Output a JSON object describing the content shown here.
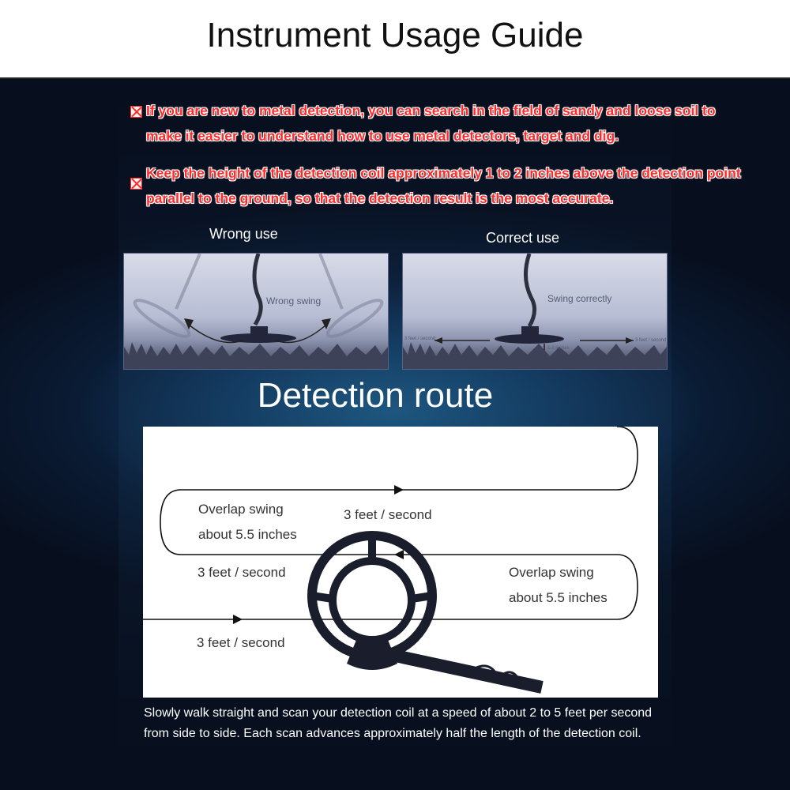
{
  "header": {
    "title": "Instrument Usage Guide"
  },
  "notes": [
    {
      "text": "If you are new to metal detection, you can search in the field of sandy and loose soil to make it easier to understand how to use metal detectors, target and dig.",
      "bullet_icon": "checkbox-cross-icon"
    },
    {
      "text": "Keep the height of the detection coil approximately 1 to 2 inches above the detection point parallel to the ground, so that the detection result is the most accurate.",
      "bullet_icon": "checkbox-cross-icon"
    }
  ],
  "usage": {
    "wrong": {
      "caption": "Wrong use",
      "photo_label": "Wrong swing"
    },
    "correct": {
      "caption": "Correct use",
      "photo_label": "Swing correctly",
      "speed_left": "3 feet / second",
      "speed_right": "3 feet / second",
      "height": "1-2 inches"
    }
  },
  "route": {
    "title": "Detection route",
    "labels": {
      "overlap_left_1": "Overlap swing",
      "overlap_left_2": "about 5.5 inches",
      "speed_top": "3 feet / second",
      "speed_middle": "3 feet / second",
      "overlap_right_1": "Overlap swing",
      "overlap_right_2": "about 5.5 inches",
      "speed_bottom": "3 feet / second"
    }
  },
  "footer": {
    "text": "Slowly walk straight and scan your detection coil at a speed of about 2 to 5 feet per second from side to side. Each scan advances approximately half the length of the detection coil."
  },
  "colors": {
    "note_red": "#ff2a2a",
    "panel_blue": "#123a60",
    "header_bg": "#ffffff"
  }
}
